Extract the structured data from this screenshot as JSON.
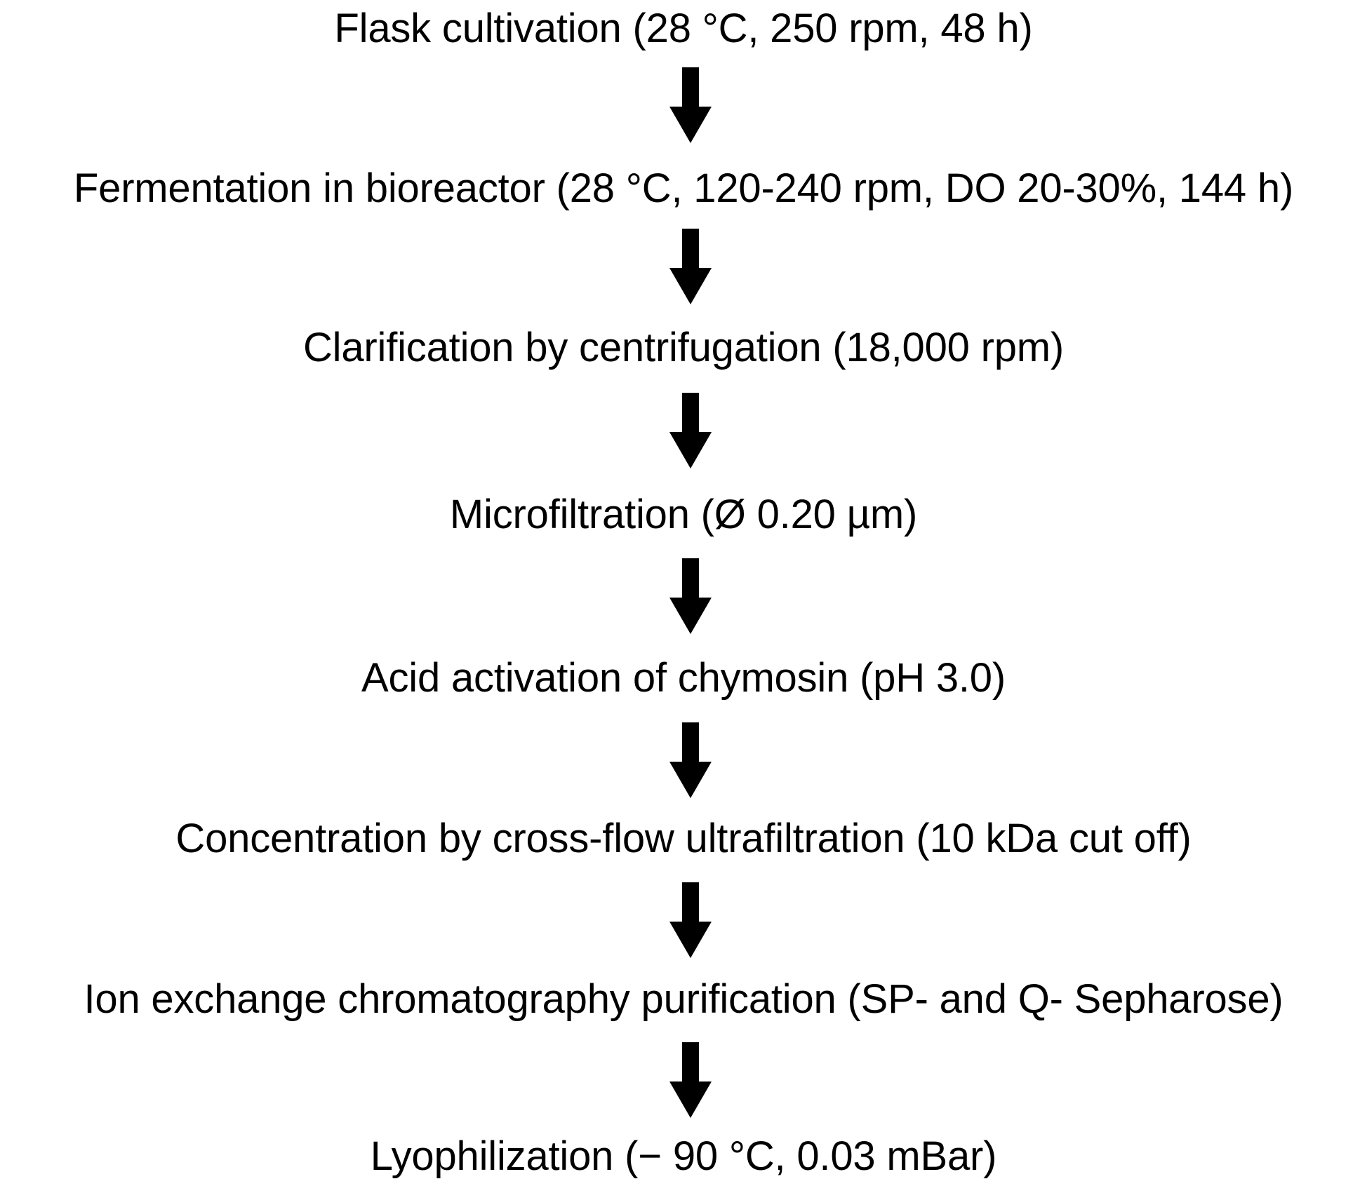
{
  "steps": [
    "Flask cultivation (28 °C, 250 rpm, 48 h)",
    "Fermentation in bioreactor (28 °C, 120-240 rpm, DO 20-30%, 144 h)",
    "Clarification by centrifugation (18,000 rpm)",
    "Microfiltration (Ø 0.20 µm)",
    "Acid activation of chymosin (pH 3.0)",
    "Concentration by cross-flow ultrafiltration (10 kDa cut off)",
    "Ion exchange chromatography purification (SP- and Q- Sepharose)",
    "Lyophilization (− 90 °C, 0.03 mBar)"
  ],
  "colors": {
    "text": "#000000",
    "arrow": "#000000",
    "background": "#ffffff"
  },
  "icons": {
    "connector": "arrow-down-icon"
  }
}
